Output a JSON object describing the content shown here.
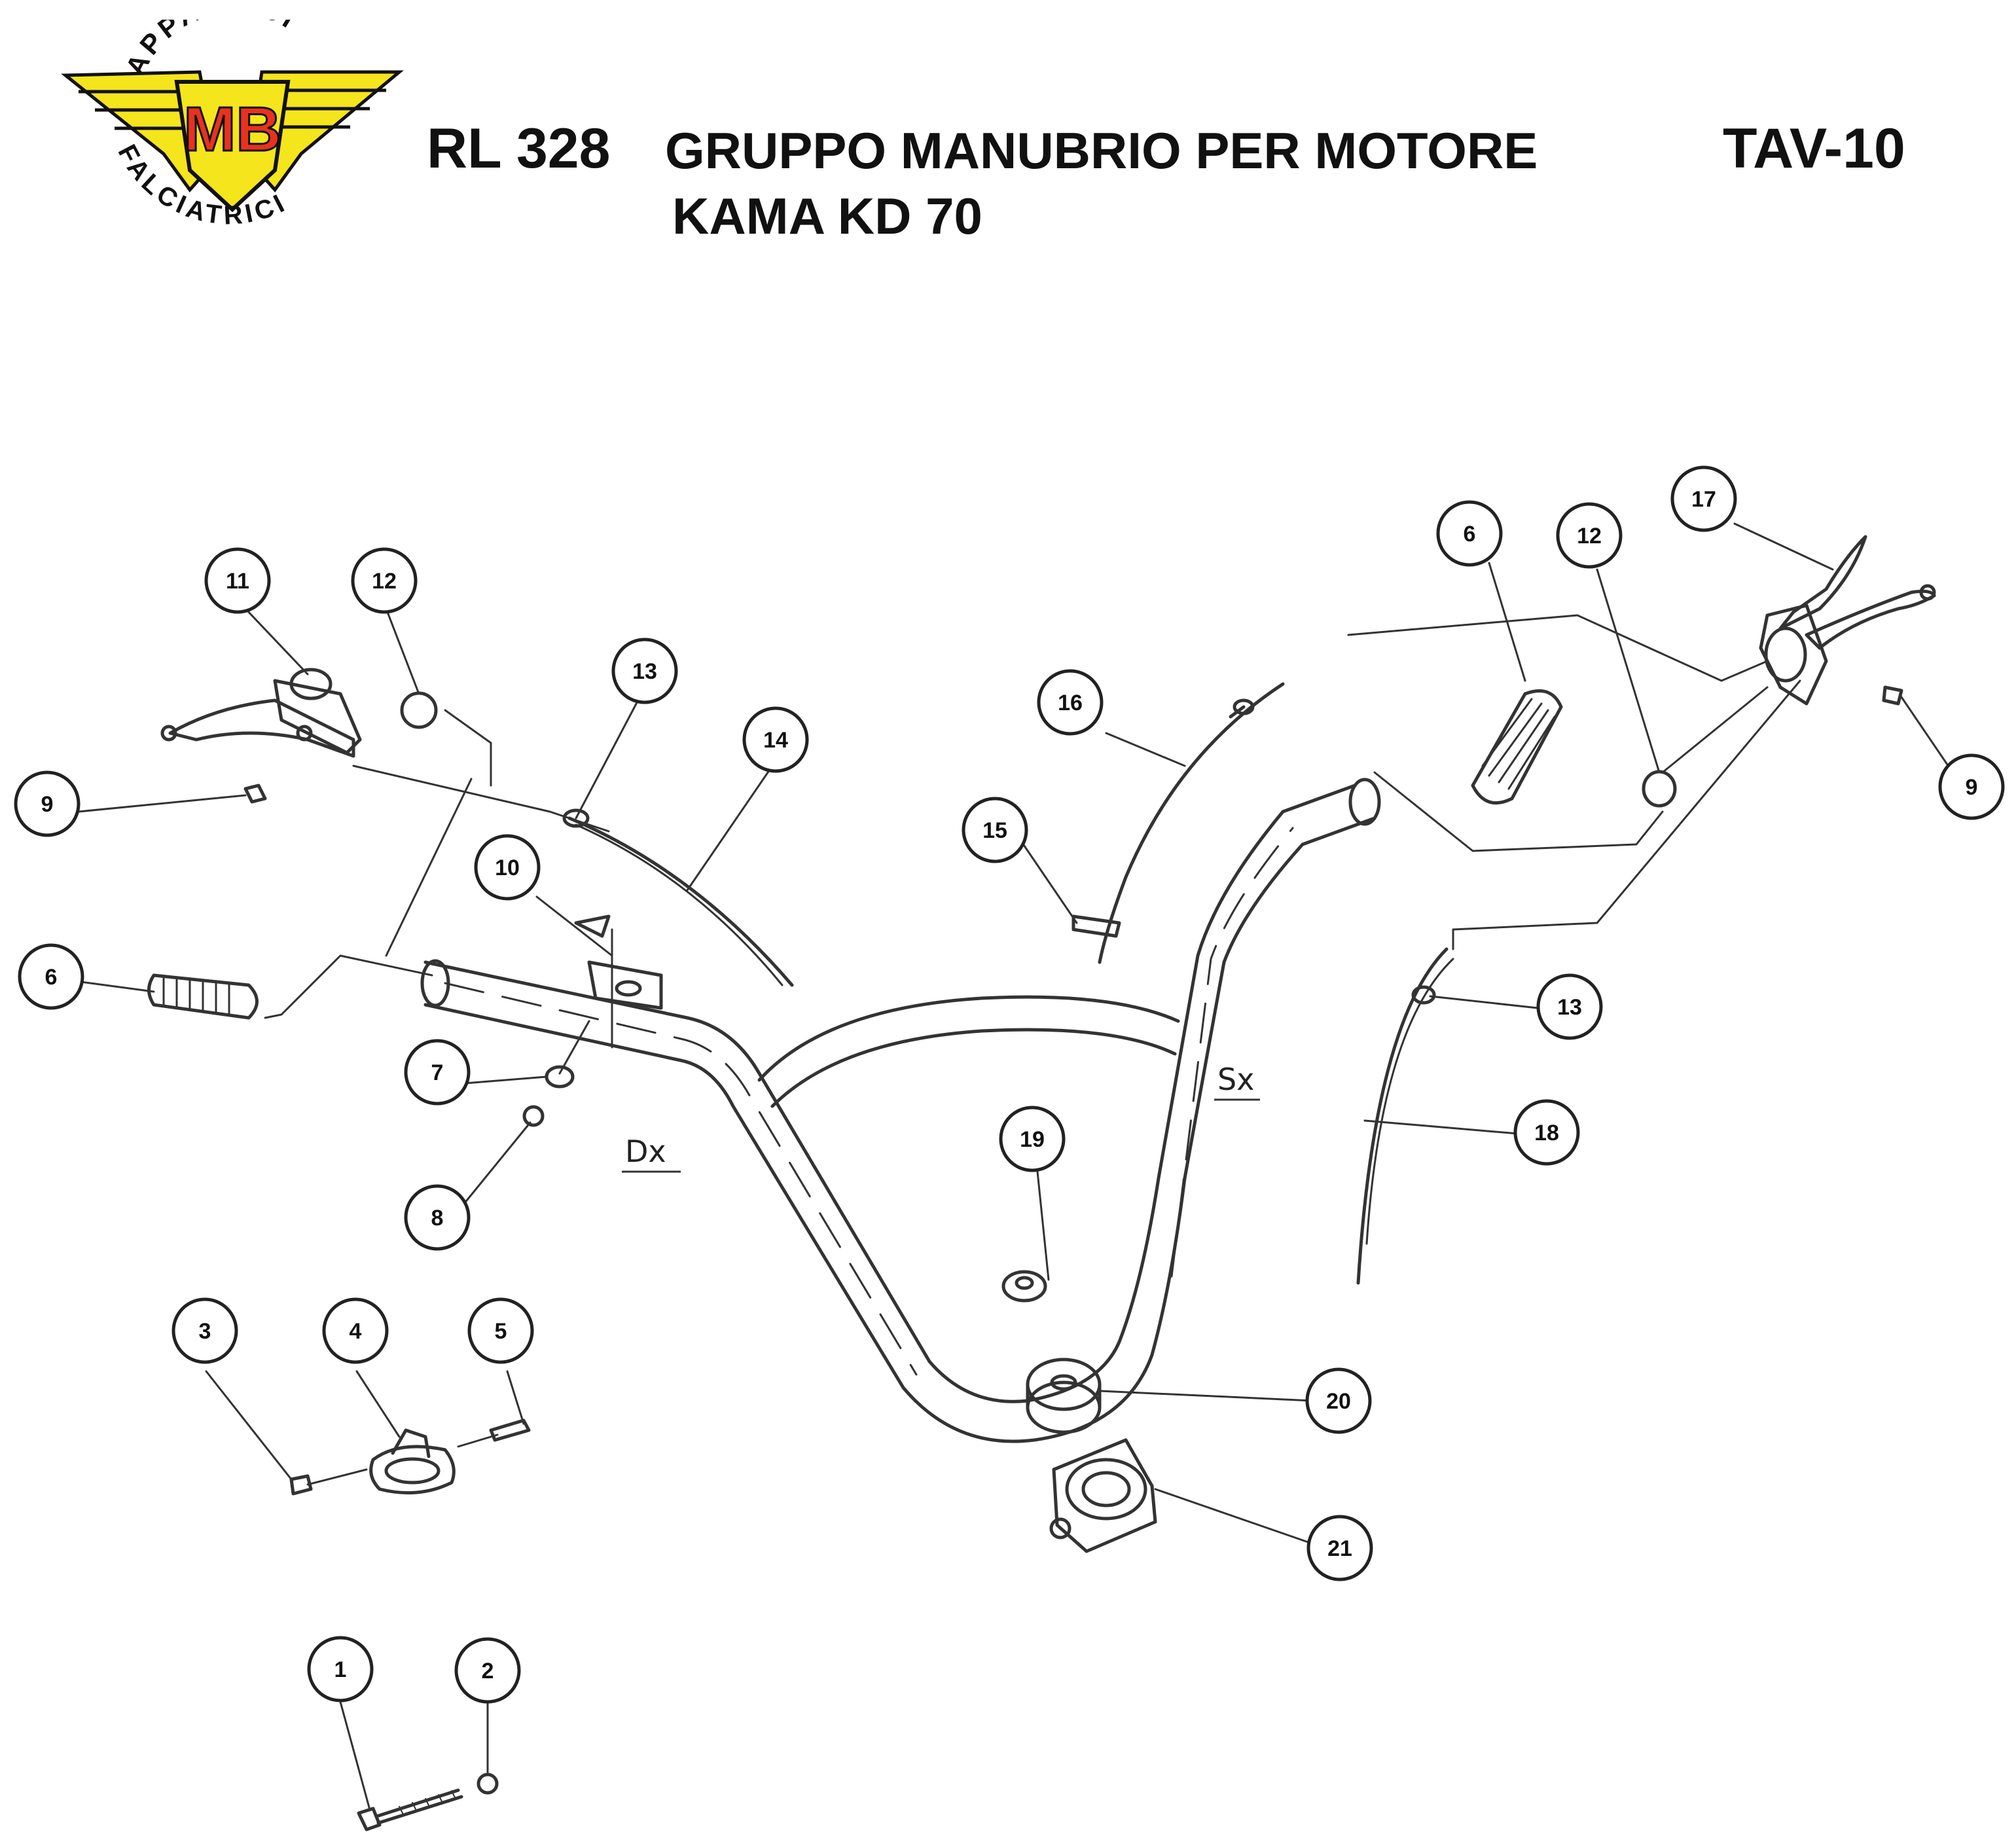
{
  "header": {
    "code": "RL 328",
    "title_line1": "GRUPPO MANUBRIO PER MOTORE",
    "title_line2": "KAMA KD 70",
    "table": "TAV-10"
  },
  "logo": {
    "top_text": "ZAPPATRICI",
    "bottom_text": "FALCIATRICI",
    "monogram": "MB",
    "colors": {
      "wings": "#f5e51c",
      "monogram": "#e8321e",
      "outline": "#111111"
    }
  },
  "sides": {
    "right": "Dx",
    "left": "Sx"
  },
  "callouts": [
    {
      "id": "c1",
      "label": "1"
    },
    {
      "id": "c2",
      "label": "2"
    },
    {
      "id": "c3",
      "label": "3"
    },
    {
      "id": "c4",
      "label": "4"
    },
    {
      "id": "c5",
      "label": "5"
    },
    {
      "id": "c6a",
      "label": "6"
    },
    {
      "id": "c6b",
      "label": "6"
    },
    {
      "id": "c7",
      "label": "7"
    },
    {
      "id": "c8",
      "label": "8"
    },
    {
      "id": "c9a",
      "label": "9"
    },
    {
      "id": "c9b",
      "label": "9"
    },
    {
      "id": "c10",
      "label": "10"
    },
    {
      "id": "c11",
      "label": "11"
    },
    {
      "id": "c12a",
      "label": "12"
    },
    {
      "id": "c12b",
      "label": "12"
    },
    {
      "id": "c13a",
      "label": "13"
    },
    {
      "id": "c13b",
      "label": "13"
    },
    {
      "id": "c14",
      "label": "14"
    },
    {
      "id": "c15",
      "label": "15"
    },
    {
      "id": "c16",
      "label": "16"
    },
    {
      "id": "c17",
      "label": "17"
    },
    {
      "id": "c18",
      "label": "18"
    },
    {
      "id": "c19",
      "label": "19"
    },
    {
      "id": "c20",
      "label": "20"
    },
    {
      "id": "c21",
      "label": "21"
    }
  ]
}
